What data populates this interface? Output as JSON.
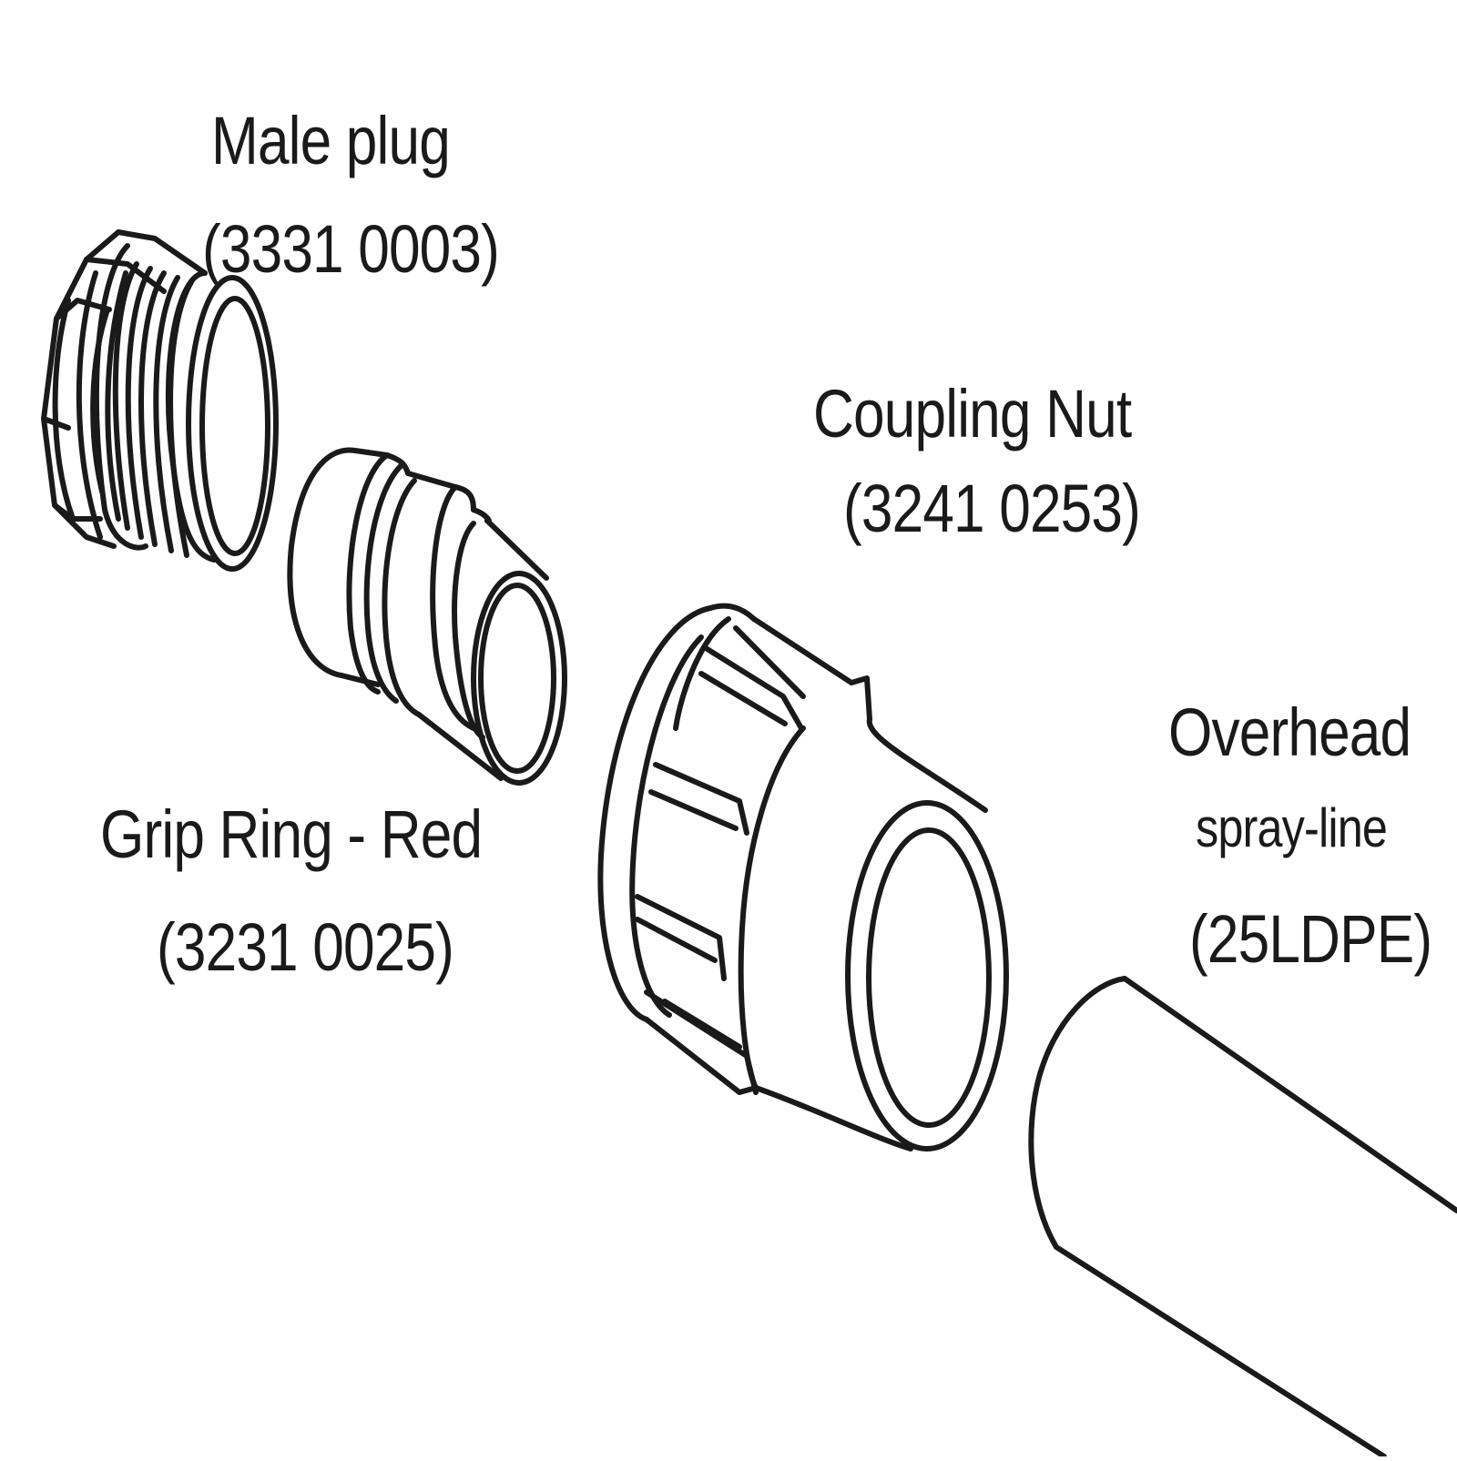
{
  "parts": {
    "male_plug": {
      "name": "Male plug",
      "code": "(3331 0003)"
    },
    "grip_ring": {
      "name": "Grip Ring - Red",
      "code": "(3231 0025)"
    },
    "coupling_nut": {
      "name": "Coupling Nut",
      "code": "(3241 0253)"
    },
    "spray_line": {
      "name": "Overhead",
      "subname": "spray-line",
      "code": "(25LDPE)"
    }
  },
  "colors": {
    "line": "#1a1a1a",
    "fill": "#ffffff"
  }
}
